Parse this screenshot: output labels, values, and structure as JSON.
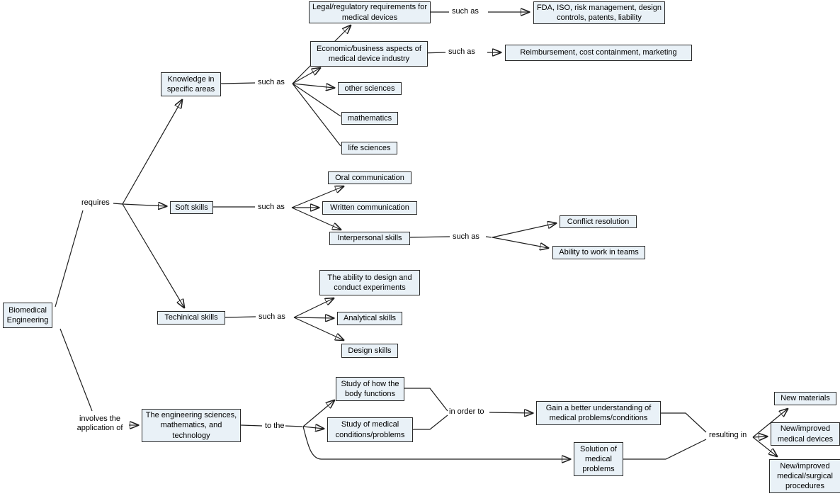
{
  "colors": {
    "node-fill": "#e9f1f7",
    "node-border": "#2a2a2a",
    "line": "#1f1f1f",
    "text": "#000000"
  },
  "nodes": {
    "root": "Biomedical Engineering",
    "knowledge": "Knowledge in specific areas",
    "legal": "Legal/regulatory requirements for medical devices",
    "fda": "FDA, ISO, risk management, design controls, patents, liability",
    "econ": "Economic/business aspects of medical device industry",
    "reimb": "Reimbursement, cost containment, marketing",
    "other_sciences": "other sciences",
    "mathematics": "mathematics",
    "life_sciences": "life sciences",
    "oral": "Oral communication",
    "soft": "Soft skills",
    "written": "Written communication",
    "interpersonal": "Interpersonal skills",
    "conflict": "Conflict resolution",
    "teams": "Ability to work in teams",
    "ability_design": "The ability to design and conduct experiments",
    "technical": "Techinical skills",
    "analytical": "Analytical skills",
    "design_skills": "Design skills",
    "study_body": "Study of how the body functions",
    "eng_sciences": "The engineering sciences, mathematics, and technology",
    "study_medical": "Study of medical conditions/problems",
    "gain": "Gain a better understanding of medical problems/conditions",
    "solution": "Solution of medical problems",
    "new_materials": "New materials",
    "new_devices": "New/improved medical devices",
    "new_procedures": "New/improved medical/surgical procedures"
  },
  "labels": {
    "requires": "requires",
    "such_as": "such as",
    "involves": "involves the application of",
    "to_the": "to the",
    "in_order_to": "in order to",
    "resulting_in": "resulting in"
  }
}
